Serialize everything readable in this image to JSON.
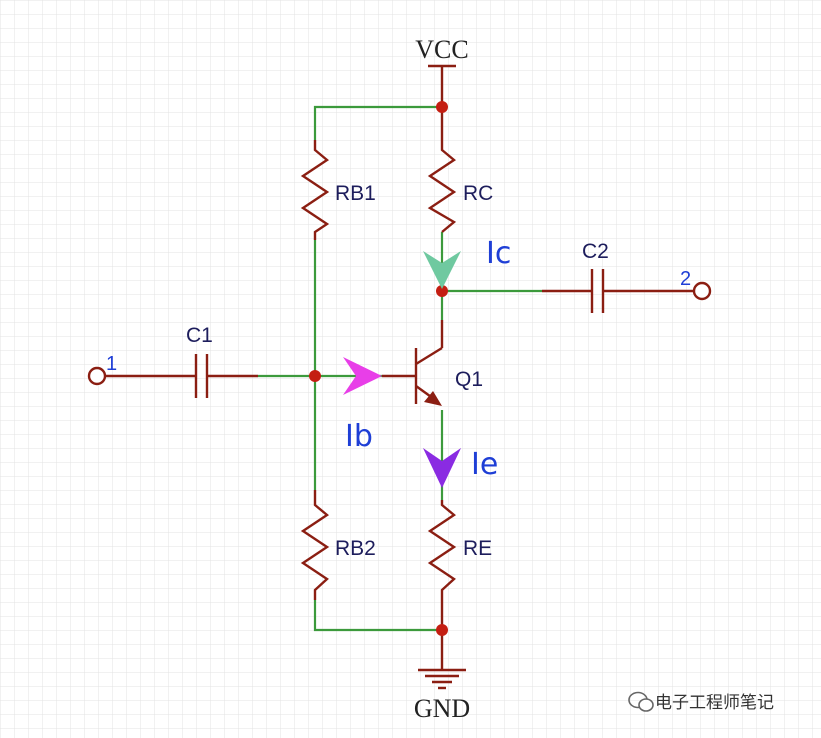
{
  "power": {
    "vcc": "VCC",
    "gnd": "GND"
  },
  "components": {
    "rb1": "RB1",
    "rc": "RC",
    "rb2": "RB2",
    "re": "RE",
    "c1": "C1",
    "c2": "C2",
    "q1": "Q1"
  },
  "ports": {
    "input": "1",
    "output": "2"
  },
  "currents": {
    "ib": "Ib",
    "ic": "Ic",
    "ie": "Ie"
  },
  "arrow_colors": {
    "ib": "#e83ee8",
    "ic": "#6fc9a0",
    "ie": "#8a2be2"
  },
  "watermark": {
    "text": "电子工程师笔记",
    "icon": "wechat-icon"
  }
}
